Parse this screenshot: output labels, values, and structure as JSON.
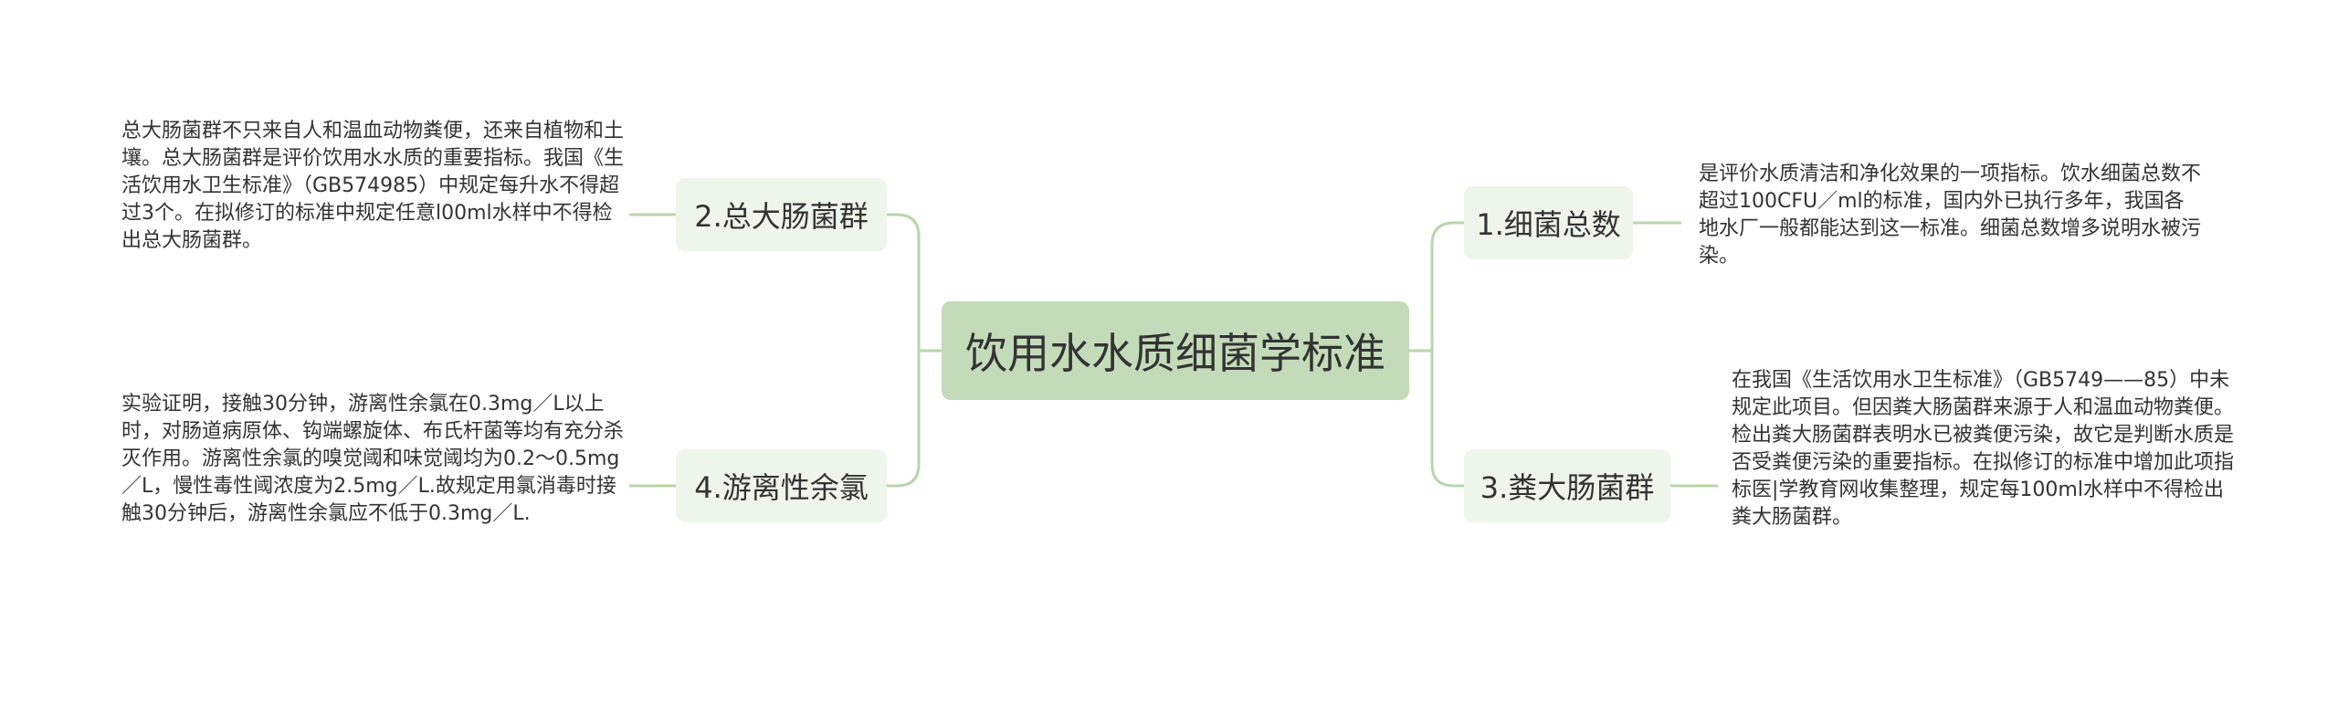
{
  "theme": {
    "root_fill": "#c3dbb9",
    "branch_fill": "#eef5ea",
    "line_color": "#b9d6ab",
    "text_color": "#333333"
  },
  "mindmap": {
    "root": {
      "label": "饮用水水质细菌学标准"
    },
    "branches": [
      {
        "label": "1.细菌总数",
        "side": "right",
        "note": "是评价水质清洁和净化效果的一项指标。饮水细菌总数不超过100CFU／ml的标准，国内外已执行多年，我国各地水厂一般都能达到这一标准。细菌总数增多说明水被污染。"
      },
      {
        "label": "3.粪大肠菌群",
        "side": "right",
        "note": "在我国《生活饮用水卫生标准》（GB5749——85）中未规定此项目。但因粪大肠菌群来源于人和温血动物粪便。检出粪大肠菌群表明水已被粪便污染，故它是判断水质是否受粪便污染的重要指标。在拟修订的标准中增加此项指标医|学教育网收集整理，规定每100ml水样中不得检出粪大肠菌群。"
      },
      {
        "label": "2.总大肠菌群",
        "side": "left",
        "note": "总大肠菌群不只来自人和温血动物粪便，还来自植物和土壤。总大肠菌群是评价饮用水水质的重要指标。我国《生活饮用水卫生标准》（GB574985）中规定每升水不得超过3个。在拟修订的标准中规定任意l00ml水样中不得检出总大肠菌群。"
      },
      {
        "label": "4.游离性余氯",
        "side": "left",
        "note": "实验证明，接触30分钟，游离性余氯在0.3mg／L以上时，对肠道病原体、钩端螺旋体、布氏杆菌等均有充分杀灭作用。游离性余氯的嗅觉阈和味觉阈均为0.2～0.5mg／L，慢性毒性阈浓度为2.5mg／L.故规定用氯消毒时接触30分钟后，游离性余氯应不低于0.3mg／L."
      }
    ]
  }
}
